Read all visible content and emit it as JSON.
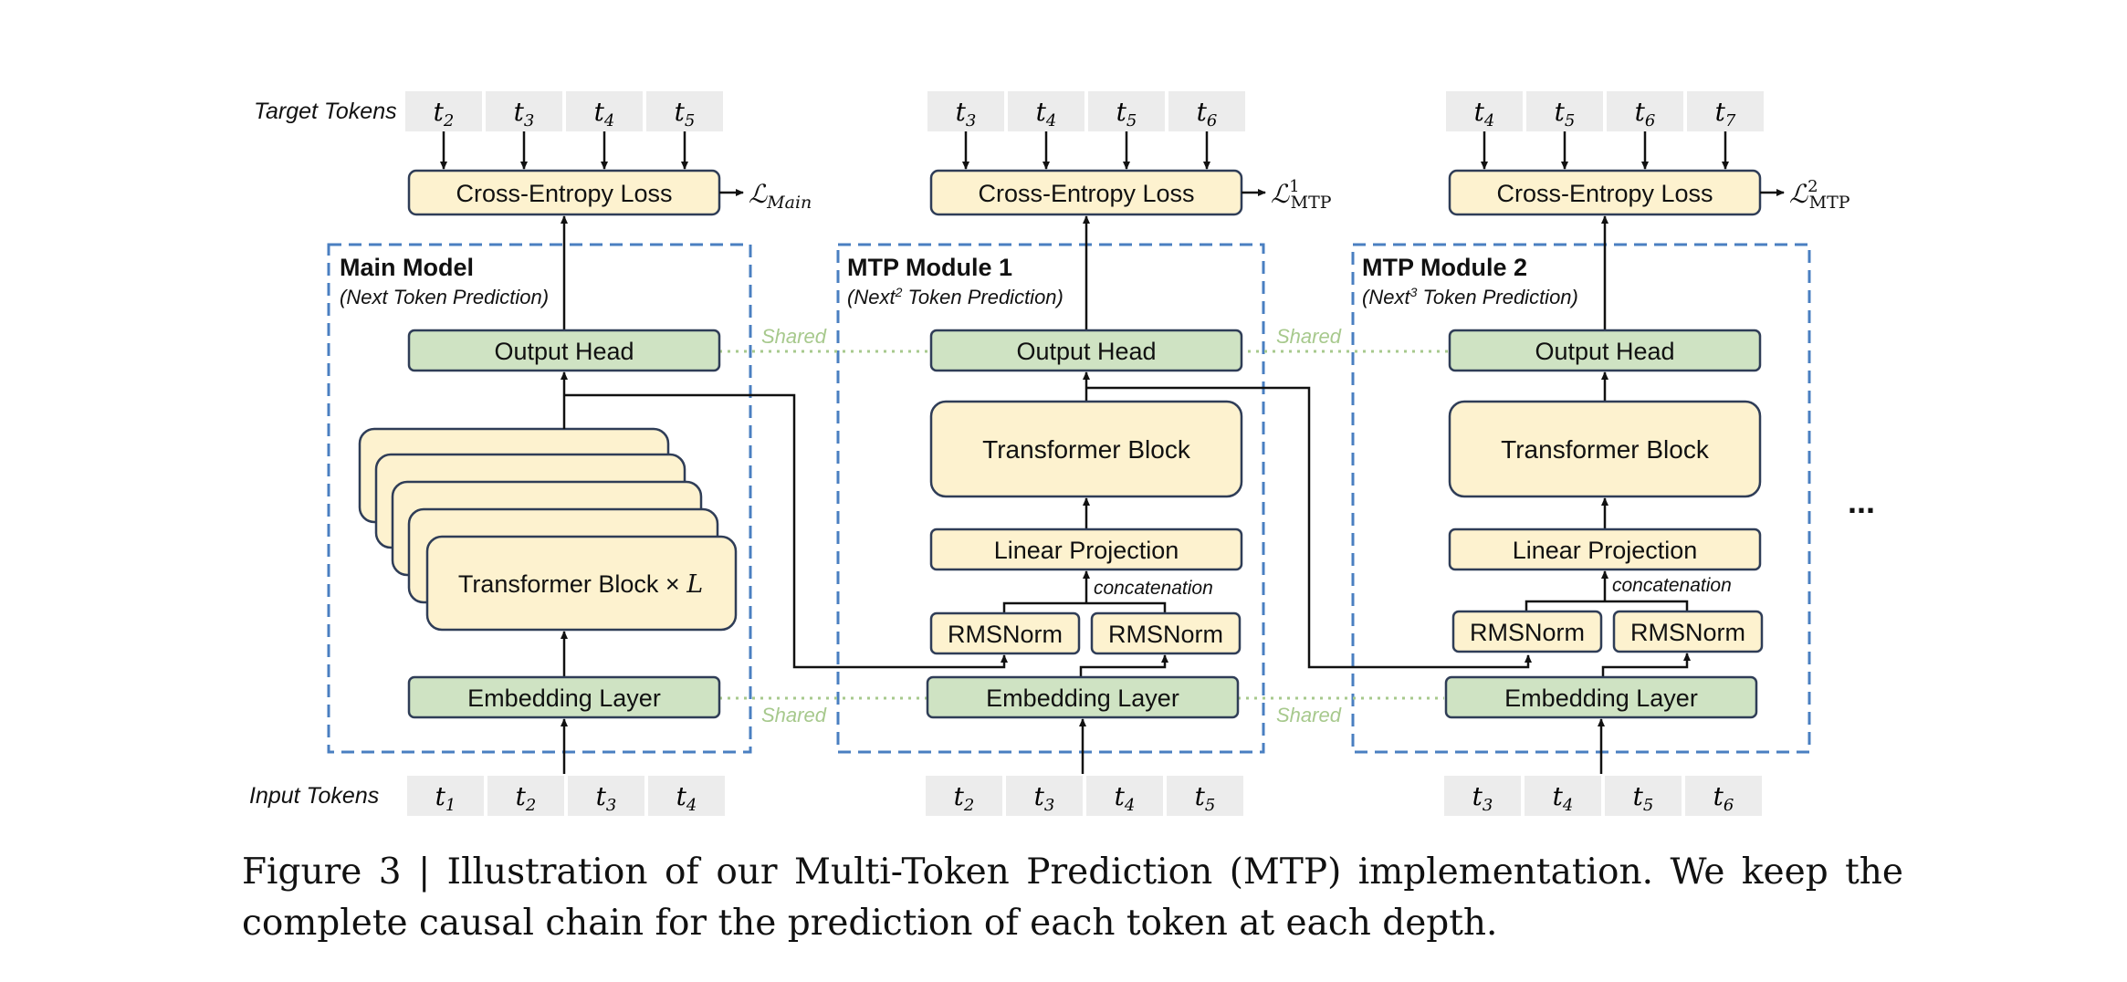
{
  "row_labels": {
    "target": "Target Tokens",
    "input": "Input Tokens"
  },
  "main": {
    "title": "Main Model",
    "subtitle": "(Next Token Prediction)",
    "targets": [
      {
        "b": "t",
        "s": "2"
      },
      {
        "b": "t",
        "s": "3"
      },
      {
        "b": "t",
        "s": "4"
      },
      {
        "b": "t",
        "s": "5"
      }
    ],
    "inputs": [
      {
        "b": "t",
        "s": "1"
      },
      {
        "b": "t",
        "s": "2"
      },
      {
        "b": "t",
        "s": "3"
      },
      {
        "b": "t",
        "s": "4"
      }
    ],
    "loss": "Cross-Entropy Loss",
    "loss_symbol": "ℒ",
    "loss_sub": "Main",
    "loss_sup": "",
    "output_head": "Output Head",
    "transformer": "Transformer Block × ",
    "transformer_var": "L",
    "embedding": "Embedding Layer"
  },
  "mtp": [
    {
      "title": "MTP Module 1",
      "subtitle_pre": "(Next",
      "subtitle_sup": "2",
      "subtitle_post": " Token Prediction)",
      "targets": [
        {
          "b": "t",
          "s": "3"
        },
        {
          "b": "t",
          "s": "4"
        },
        {
          "b": "t",
          "s": "5"
        },
        {
          "b": "t",
          "s": "6"
        }
      ],
      "inputs": [
        {
          "b": "t",
          "s": "2"
        },
        {
          "b": "t",
          "s": "3"
        },
        {
          "b": "t",
          "s": "4"
        },
        {
          "b": "t",
          "s": "5"
        }
      ],
      "loss": "Cross-Entropy Loss",
      "loss_symbol": "ℒ",
      "loss_sub": "MTP",
      "loss_sup": "1",
      "output_head": "Output Head",
      "transformer": "Transformer Block",
      "projection": "Linear Projection",
      "concat": "concatenation",
      "rmsnorm_left": "RMSNorm",
      "rmsnorm_right": "RMSNorm",
      "embedding": "Embedding Layer"
    },
    {
      "title": "MTP Module 2",
      "subtitle_pre": "(Next",
      "subtitle_sup": "3",
      "subtitle_post": " Token Prediction)",
      "targets": [
        {
          "b": "t",
          "s": "4"
        },
        {
          "b": "t",
          "s": "5"
        },
        {
          "b": "t",
          "s": "6"
        },
        {
          "b": "t",
          "s": "7"
        }
      ],
      "inputs": [
        {
          "b": "t",
          "s": "3"
        },
        {
          "b": "t",
          "s": "4"
        },
        {
          "b": "t",
          "s": "5"
        },
        {
          "b": "t",
          "s": "6"
        }
      ],
      "loss": "Cross-Entropy Loss",
      "loss_symbol": "ℒ",
      "loss_sub": "MTP",
      "loss_sup": "2",
      "output_head": "Output Head",
      "transformer": "Transformer Block",
      "projection": "Linear Projection",
      "concat": "concatenation",
      "rmsnorm_left": "RMSNorm",
      "rmsnorm_right": "RMSNorm",
      "embedding": "Embedding Layer"
    }
  ],
  "shared_labels": [
    "Shared",
    "Shared",
    "Shared",
    "Shared"
  ],
  "ellipsis": "...",
  "caption": "Figure 3 | Illustration of our Multi-Token Prediction (MTP) implementation.  We keep the complete causal chain for the prediction of each token at each depth.",
  "colors": {
    "yellow_fill": "#fdf2cf",
    "green_fill": "#cfe3c3",
    "box_stroke": "#2f3d57",
    "dash_blue": "#4a7fc1",
    "token_gray": "#ececec",
    "shared_green": "#a7c98d"
  }
}
